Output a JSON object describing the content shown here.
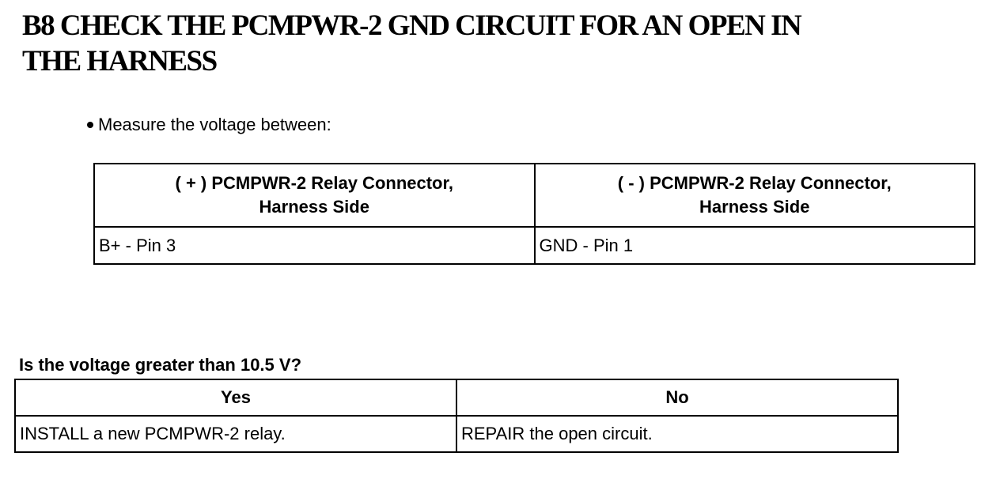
{
  "page": {
    "background_color": "#ffffff",
    "text_color": "#000000"
  },
  "heading": {
    "line1": "B8 CHECK THE PCMPWR-2 GND CIRCUIT FOR AN OPEN IN",
    "line2": "THE HARNESS"
  },
  "instruction": {
    "bullet_icon": "filled-circle-bullet",
    "text": "Measure the voltage between:"
  },
  "measurement_table": {
    "headers": [
      {
        "line1": "( + ) PCMPWR-2 Relay Connector,",
        "line2": "Harness Side"
      },
      {
        "line1": "( - ) PCMPWR-2 Relay Connector,",
        "line2": "Harness Side"
      }
    ],
    "rows": [
      [
        "B+ - Pin 3",
        "GND - Pin 1"
      ]
    ]
  },
  "question": {
    "text": "Is the voltage greater than 10.5 V?"
  },
  "decision_table": {
    "headers": [
      "Yes",
      "No"
    ],
    "rows": [
      [
        "INSTALL a new PCMPWR-2 relay.",
        "REPAIR the open circuit."
      ]
    ]
  }
}
